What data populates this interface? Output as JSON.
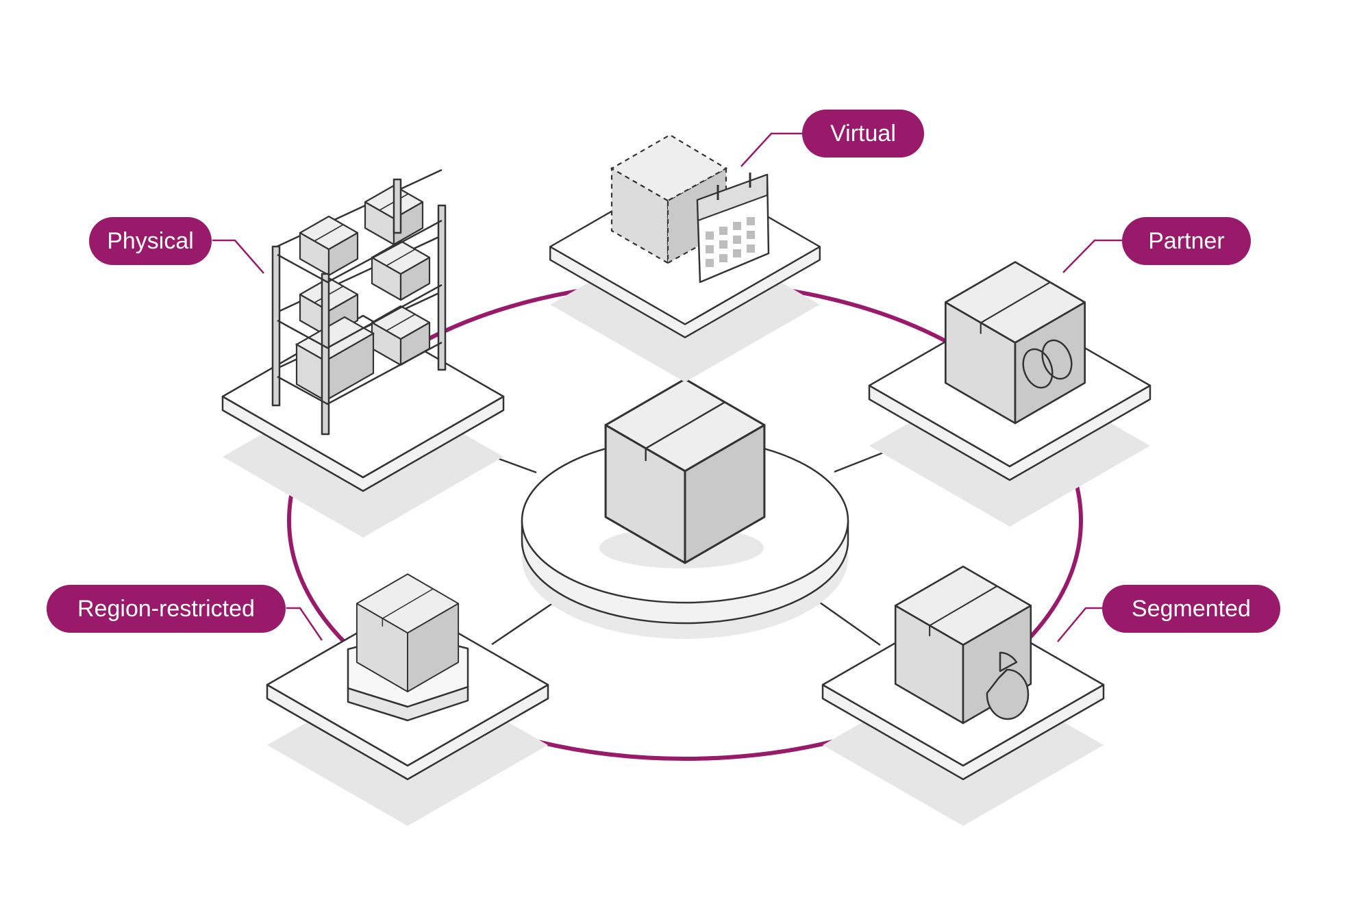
{
  "diagram": {
    "accent_color": "#99196b",
    "labels": {
      "physical": "Physical",
      "virtual": "Virtual",
      "partner": "Partner",
      "region_restricted": "Region-restricted",
      "segmented": "Segmented"
    },
    "icons": {
      "hub": "cardboard-box-icon",
      "physical": "warehouse-shelf-icon",
      "virtual": "dashed-box-calendar-icon",
      "partner": "box-interlinked-rings-icon",
      "region_restricted": "box-on-hexagon-base-icon",
      "segmented": "box-pie-chart-icon"
    }
  }
}
